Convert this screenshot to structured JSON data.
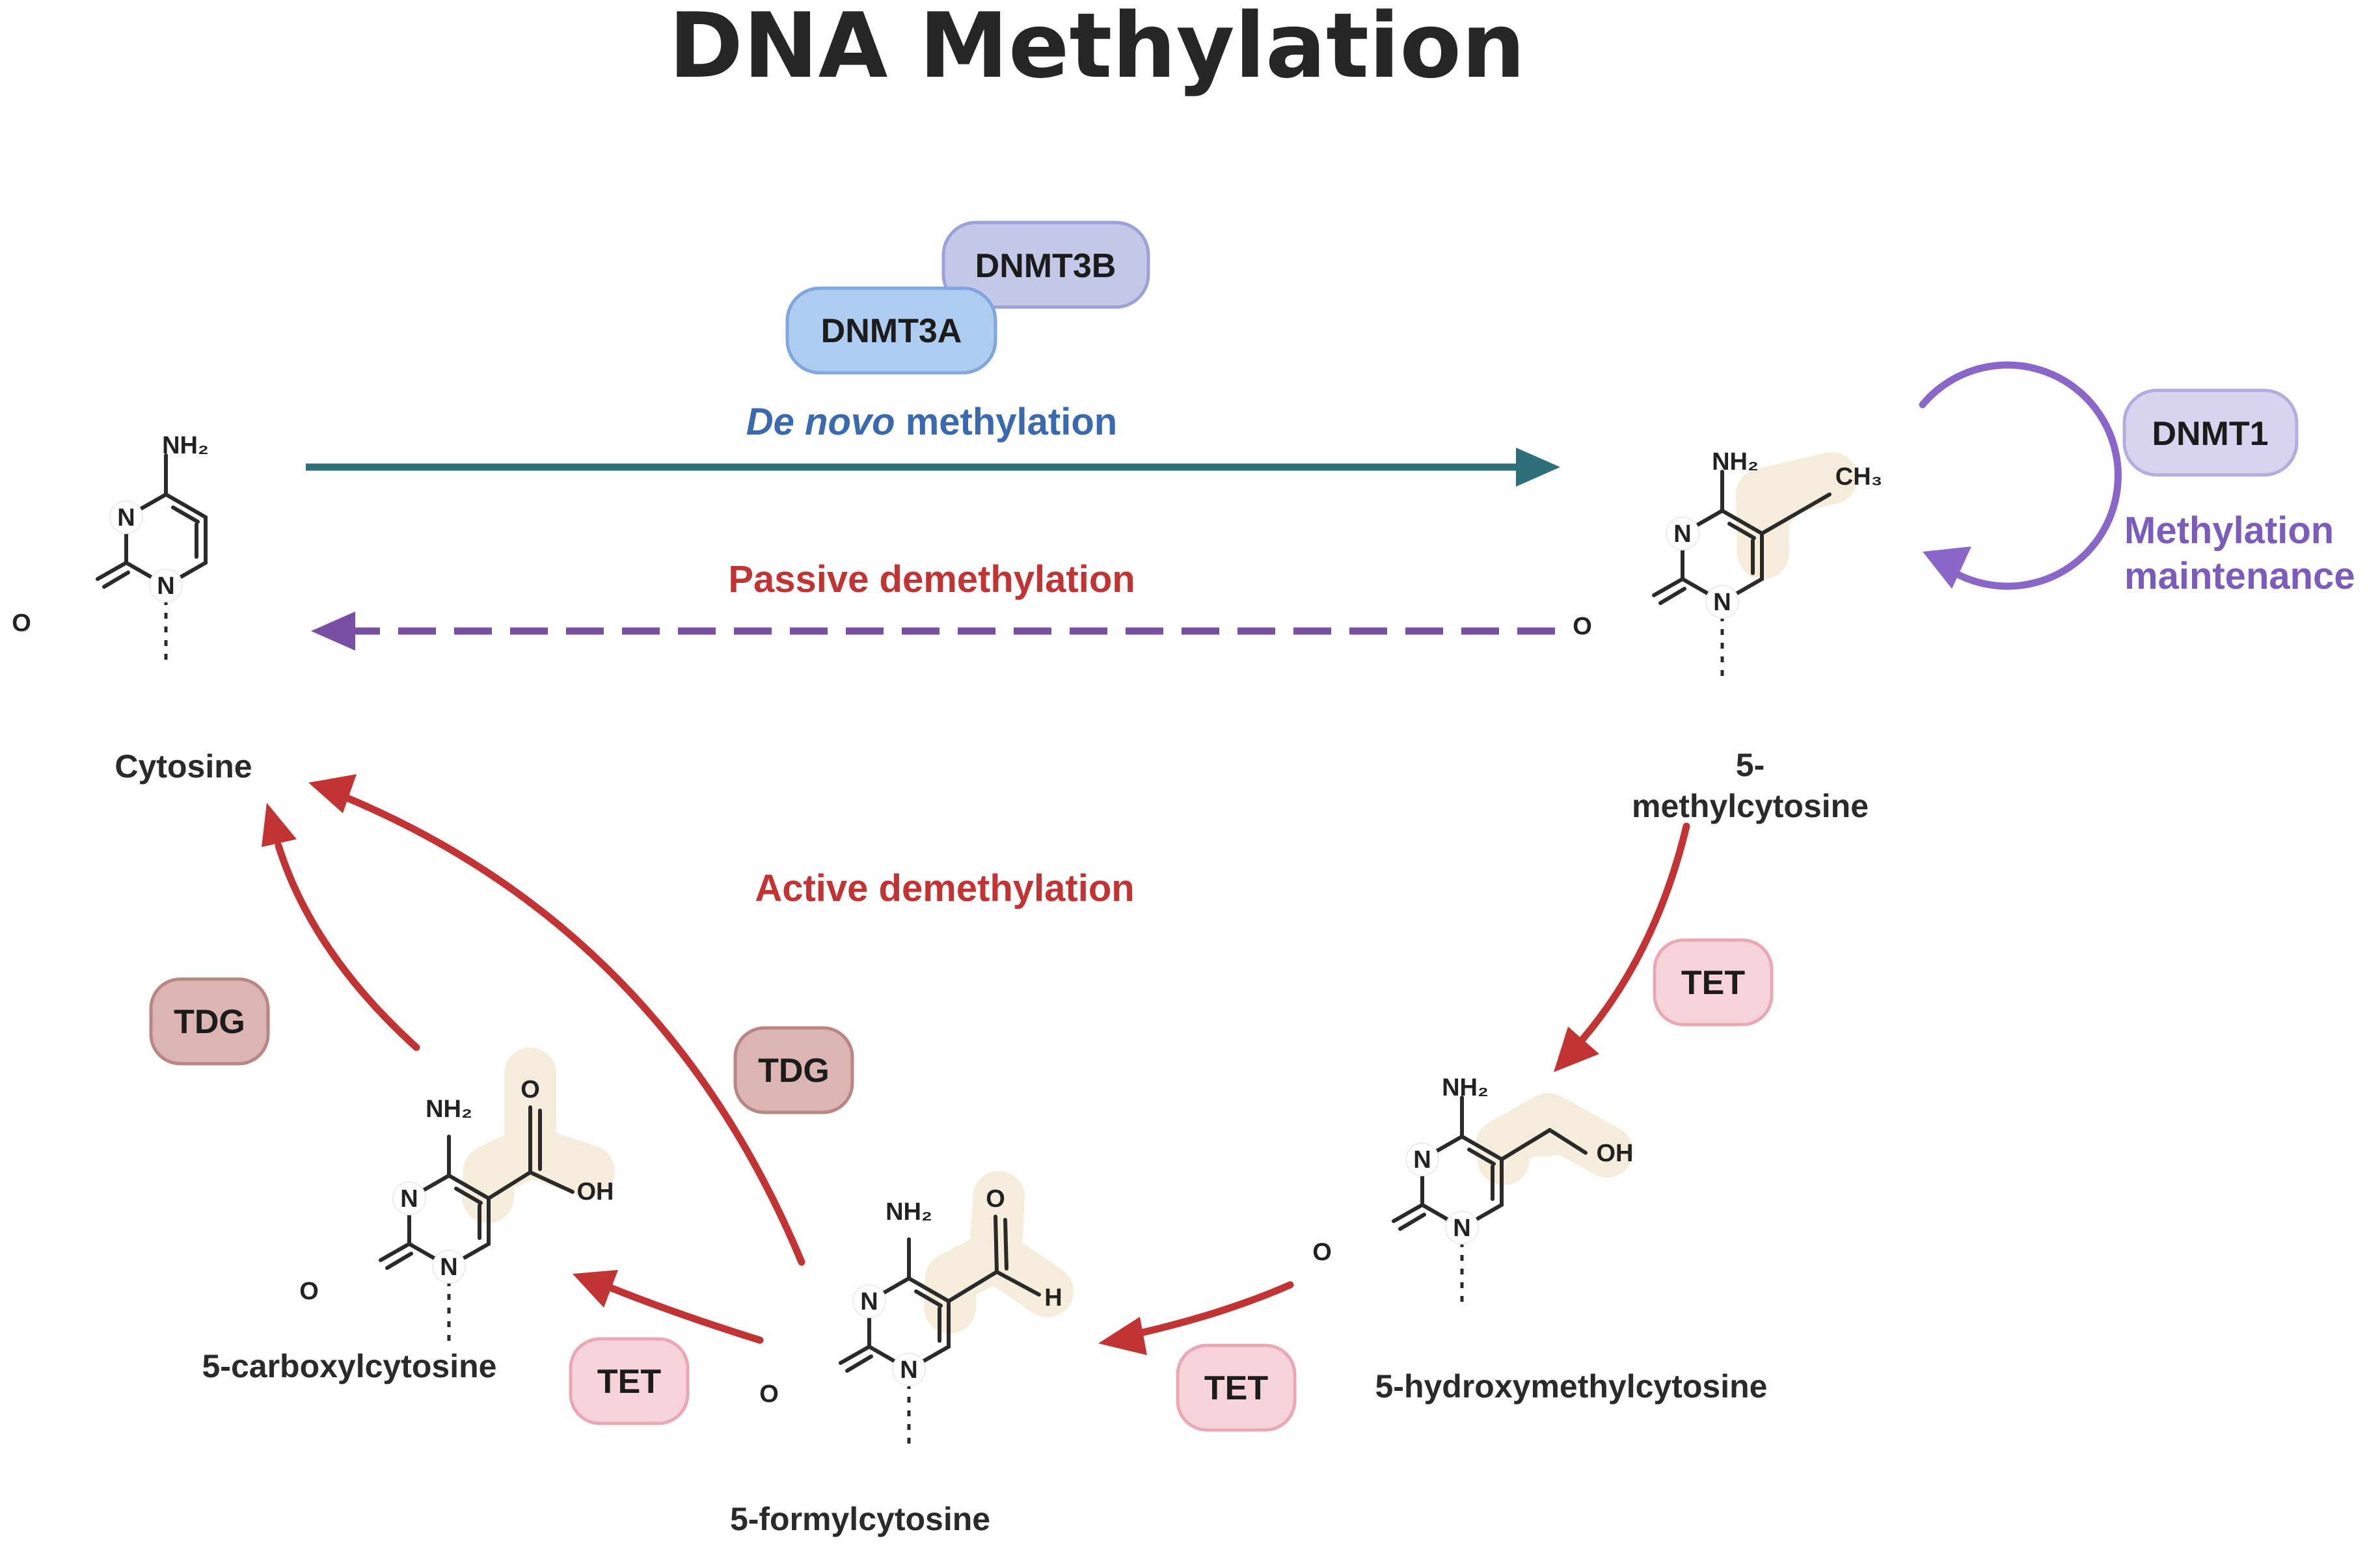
{
  "title": "DNA Methylation",
  "colors": {
    "de_novo_arrow": "#2f6f7a",
    "de_novo_text": "#3a69b0",
    "passive_arrow": "#7a4ea3",
    "passive_text": "#c23434",
    "active_arrow": "#c23434",
    "maintenance": "#8a66c9",
    "highlight": "#f6ecdc",
    "dnmt3_fill": "#aecbf0",
    "dnmt3b_fill": "#c4c8e8",
    "dnmt1_fill": "#d8d4ef",
    "tet_fill": "#f6d3d9",
    "tdg_fill": "#dcb4b2"
  },
  "processes": {
    "de_novo_italic": "De novo",
    "de_novo_rest": " methylation",
    "passive": "Passive demethylation",
    "active": "Active demethylation",
    "maintenance_line1": "Methylation",
    "maintenance_line2": "maintenance"
  },
  "enzymes": {
    "dnmt3a": "DNMT3A",
    "dnmt3b": "DNMT3B",
    "dnmt1": "DNMT1",
    "tet": "TET",
    "tdg": "TDG"
  },
  "molecules": {
    "cytosine": {
      "name": "Cytosine"
    },
    "methylcytosine": {
      "name_line1": "5-",
      "name_line2": "methylcytosine"
    },
    "hydroxymethylcytosine": {
      "name": "5-hydroxymethylcytosine"
    },
    "formylcytosine": {
      "name": "5-formylcytosine"
    },
    "carboxylcytosine": {
      "name": "5-carboxylcytosine"
    }
  },
  "atoms": {
    "nh2": "NH₂",
    "n": "N",
    "o": "O",
    "ch3": "CH₃",
    "oh": "OH",
    "h": "H"
  }
}
